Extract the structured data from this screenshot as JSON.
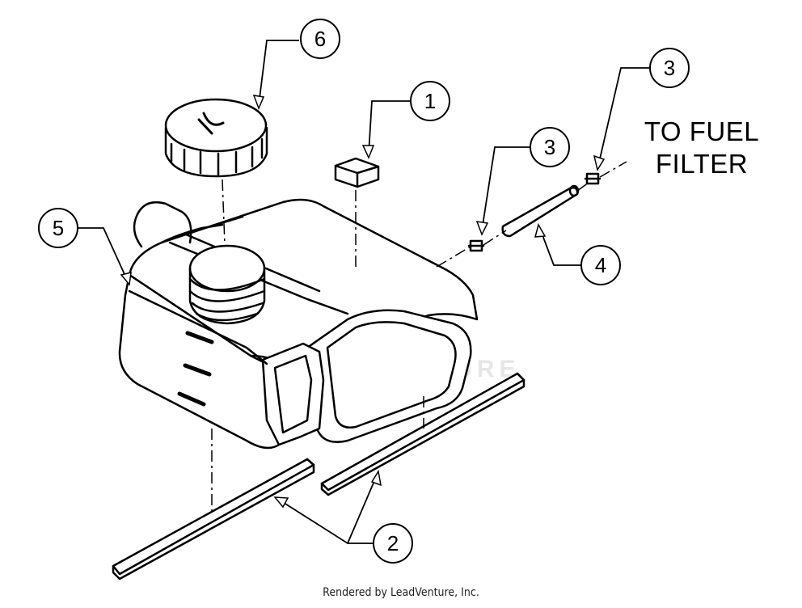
{
  "callouts": [
    {
      "id": "c1",
      "label": "1"
    },
    {
      "id": "c2",
      "label": "2"
    },
    {
      "id": "c3a",
      "label": "3"
    },
    {
      "id": "c3b",
      "label": "3"
    },
    {
      "id": "c4",
      "label": "4"
    },
    {
      "id": "c5",
      "label": "5"
    },
    {
      "id": "c6",
      "label": "6"
    }
  ],
  "note": {
    "line1": "TO FUEL",
    "line2": "FILTER"
  },
  "watermark": "LEADVENTURE",
  "footer": "Rendered by LeadVenture, Inc."
}
